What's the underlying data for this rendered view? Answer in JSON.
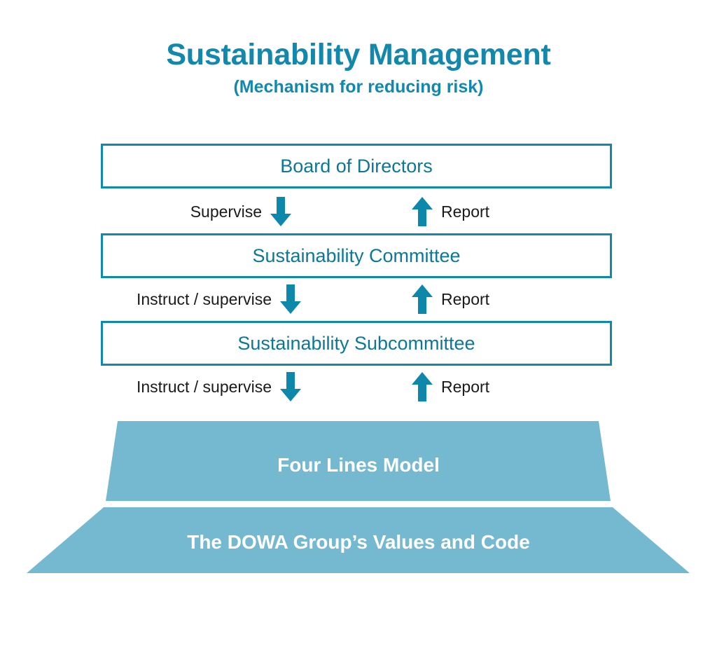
{
  "title": {
    "main": "Sustainability Management",
    "sub": "(Mechanism for reducing risk)"
  },
  "colors": {
    "accent_teal": "#1288ac",
    "box_text_teal": "#0d7795",
    "pyramid_blue": "#74b9cf",
    "label_black": "#1a1a1a",
    "white": "#ffffff"
  },
  "boxes": [
    {
      "label": "Board of Directors"
    },
    {
      "label": "Sustainability Committee"
    },
    {
      "label": "Sustainability Subcommittee"
    }
  ],
  "flows": [
    {
      "down_label": "Supervise",
      "down_icon": "arrow-down-icon",
      "up_label": "Report",
      "up_icon": "arrow-up-icon"
    },
    {
      "down_label": "Instruct / supervise",
      "down_icon": "arrow-down-icon",
      "up_label": "Report",
      "up_icon": "arrow-up-icon"
    },
    {
      "down_label": "Instruct / supervise",
      "down_icon": "arrow-down-icon",
      "up_label": "Report",
      "up_icon": "arrow-up-icon"
    }
  ],
  "pyramid": {
    "upper_label": "Four Lines Model",
    "lower_label": "The DOWA Group’s Values and Code"
  }
}
